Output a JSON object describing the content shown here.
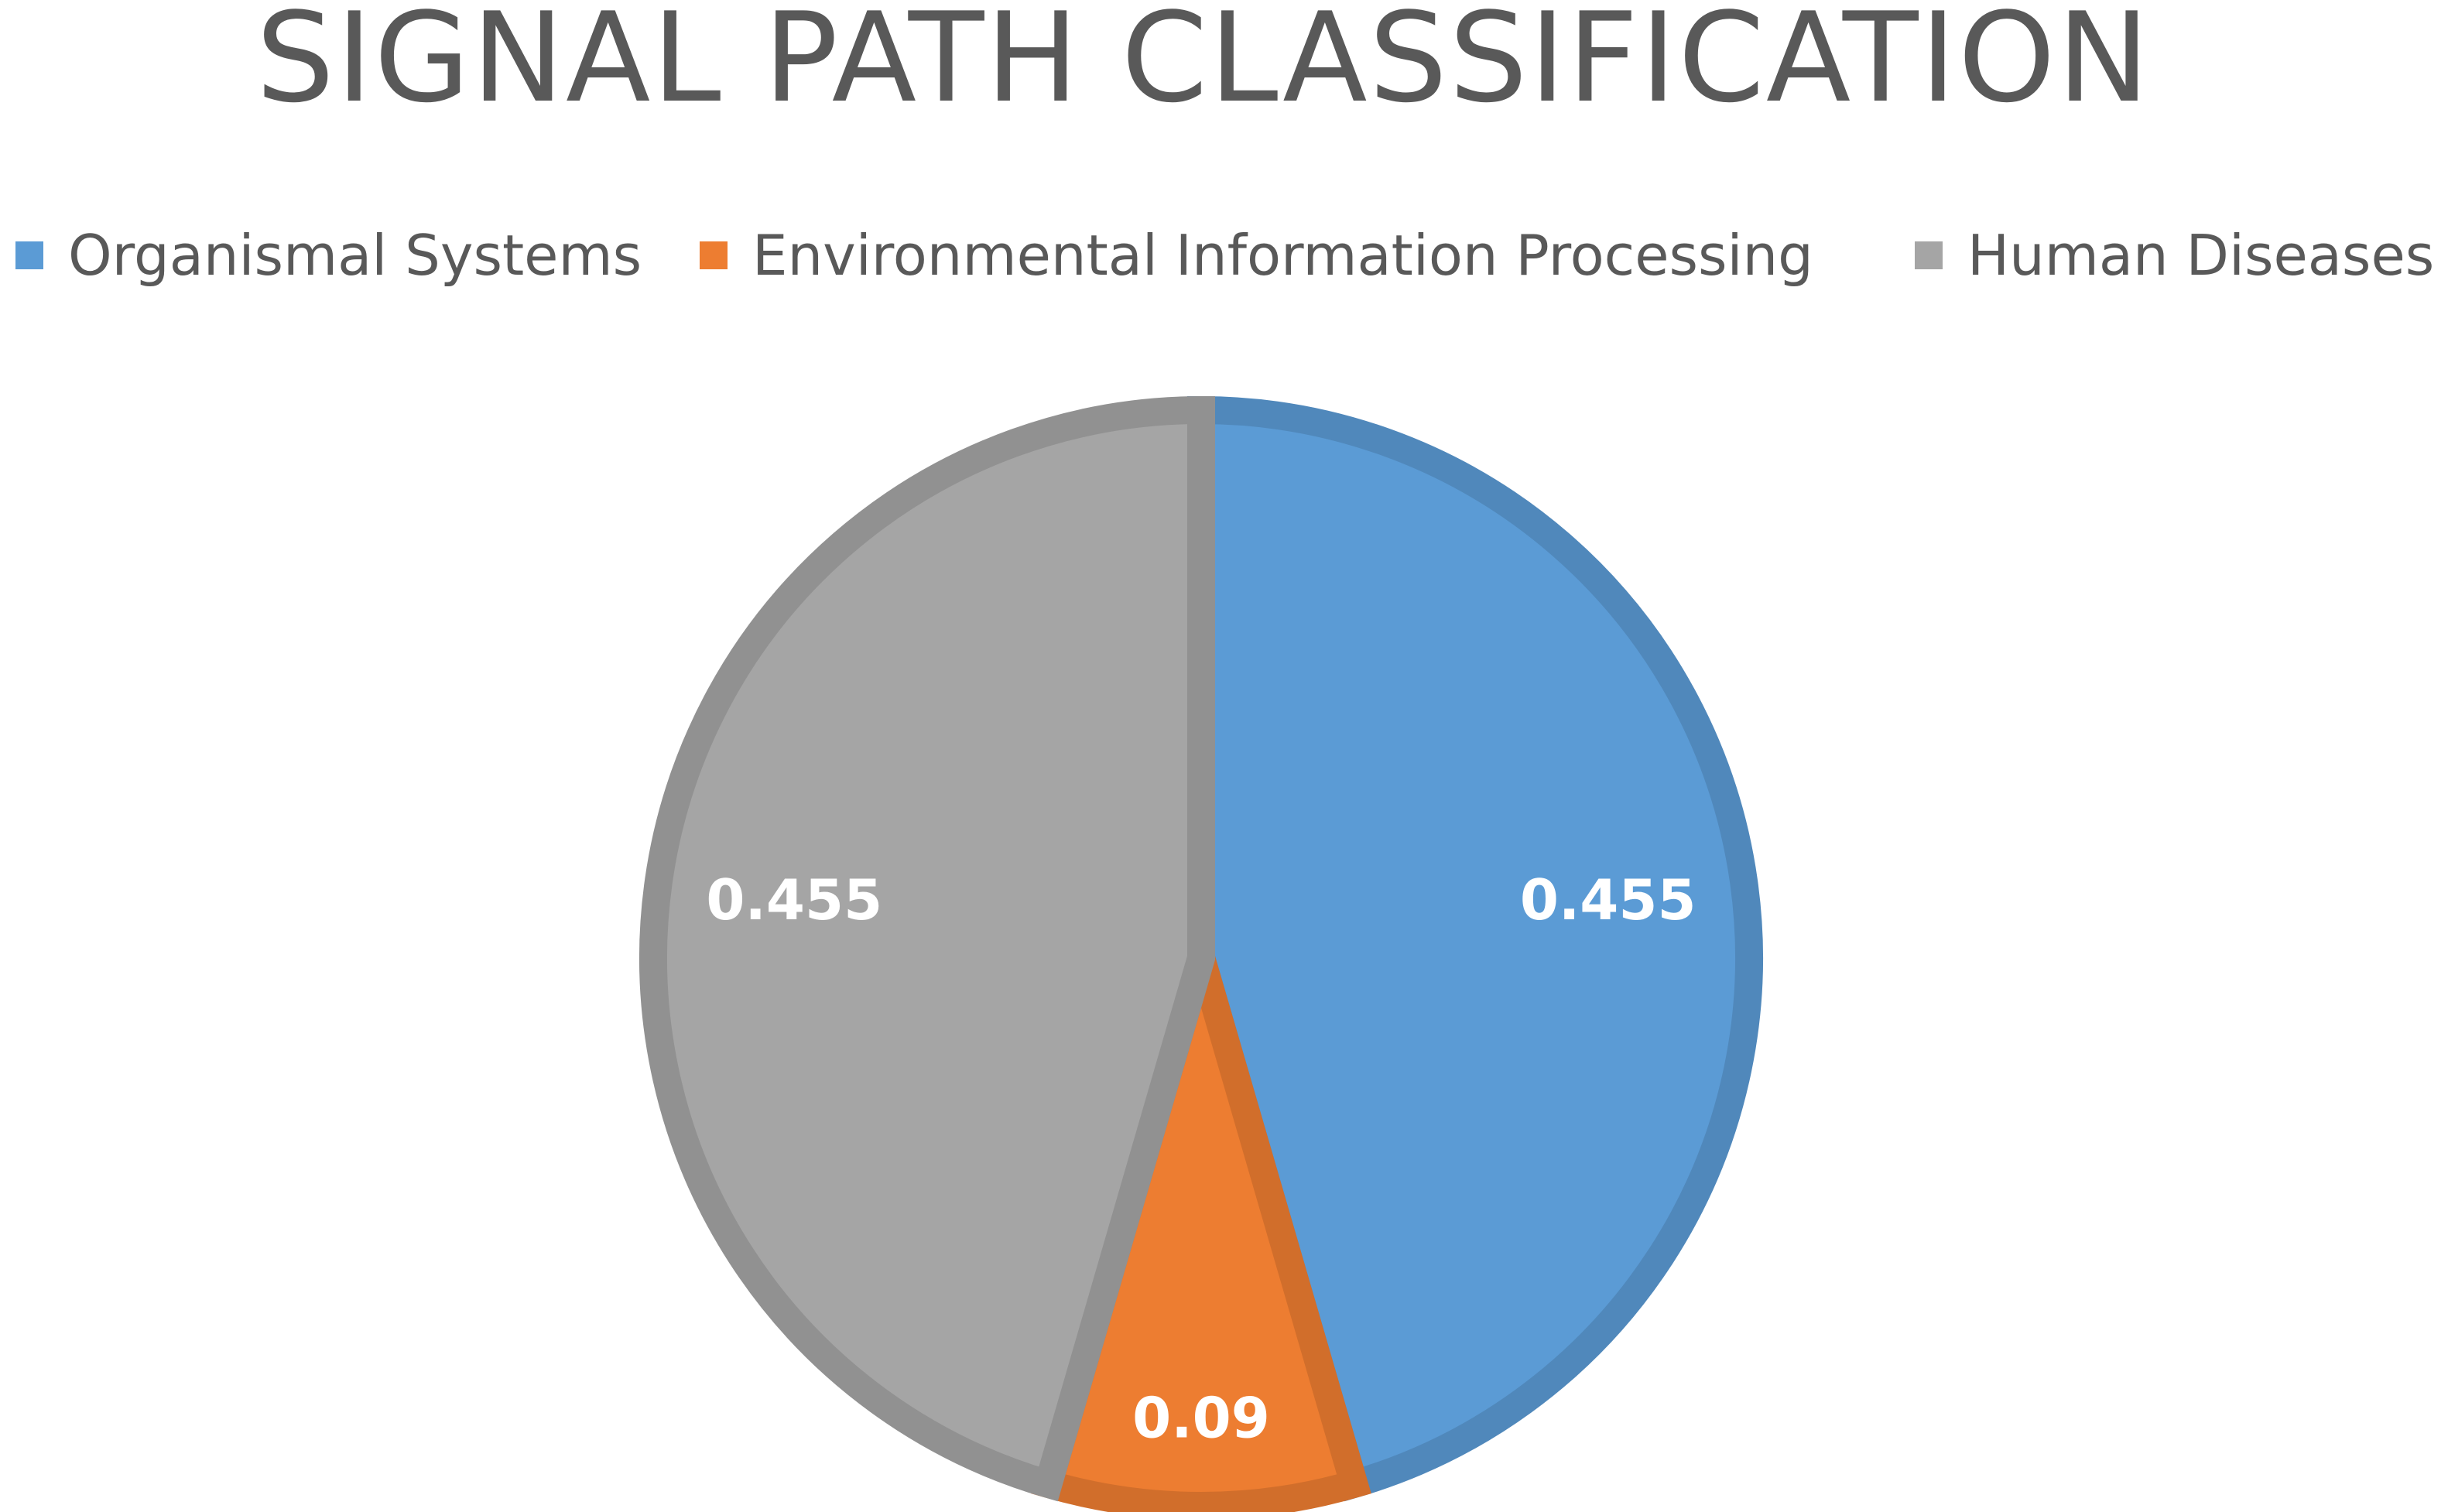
{
  "chart_data": {
    "type": "pie",
    "title": "SIGNAL PATH CLASSIFICATION",
    "legend_position": "top",
    "start_angle_deg": 0,
    "direction": "clockwise",
    "slices": [
      {
        "name": "Organismal Systems",
        "value": 0.455,
        "label": "0.455",
        "color": "#5b9bd5"
      },
      {
        "name": "Environmental Information Processing",
        "value": 0.09,
        "label": "0.09",
        "color": "#ed7d31"
      },
      {
        "name": "Human Diseases",
        "value": 0.455,
        "label": "0.455",
        "color": "#a5a5a5"
      }
    ]
  }
}
